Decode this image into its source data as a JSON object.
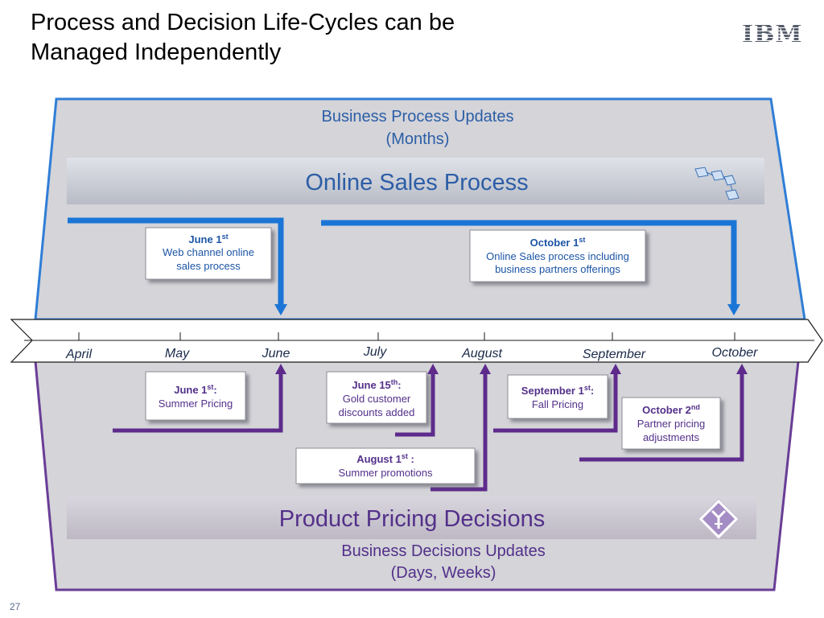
{
  "title": {
    "line1": "Process and Decision Life-Cycles can be",
    "line2": "Managed Independently"
  },
  "logo": {
    "text": "IBM",
    "icon": "ibm-logo"
  },
  "page_number": "27",
  "colors": {
    "process_blue": "#1b75d6",
    "process_text_blue": "#2c5ea6",
    "decision_purple": "#5e2b8c",
    "decision_text_purple": "#53308a",
    "panel_gray": "#d3d3d8"
  },
  "process_panel": {
    "header_line1": "Business Process Updates",
    "header_line2": "(Months)",
    "banner": "Online Sales Process",
    "banner_icon": "process-flow-icon"
  },
  "decision_panel": {
    "banner": "Product Pricing Decisions",
    "banner_icon": "decision-tree-icon",
    "footer_line1": "Business Decisions Updates",
    "footer_line2": "(Days, Weeks)"
  },
  "timeline": {
    "months": [
      "April",
      "May",
      "June",
      "July",
      "August",
      "September",
      "October"
    ]
  },
  "process_events": [
    {
      "date": "June 1",
      "sup": "st",
      "suffix": "",
      "line1": "Web channel online",
      "line2": "sales process"
    },
    {
      "date": "October 1",
      "sup": "st",
      "suffix": "",
      "line1": "Online Sales process including",
      "line2": "business partners offerings"
    }
  ],
  "decision_events": [
    {
      "date": "June 1",
      "sup": "st",
      "suffix": ":",
      "line1": "Summer Pricing",
      "line2": ""
    },
    {
      "date": "June 15",
      "sup": "th",
      "suffix": ":",
      "line1": "Gold customer",
      "line2": "discounts added"
    },
    {
      "date": "August 1",
      "sup": "st",
      "suffix": " :",
      "line1": "Summer promotions",
      "line2": ""
    },
    {
      "date": "September 1",
      "sup": "st",
      "suffix": ":",
      "line1": "Fall Pricing",
      "line2": ""
    },
    {
      "date": "October 2",
      "sup": "nd",
      "suffix": "",
      "line1": "Partner pricing",
      "line2": "adjustments"
    }
  ]
}
